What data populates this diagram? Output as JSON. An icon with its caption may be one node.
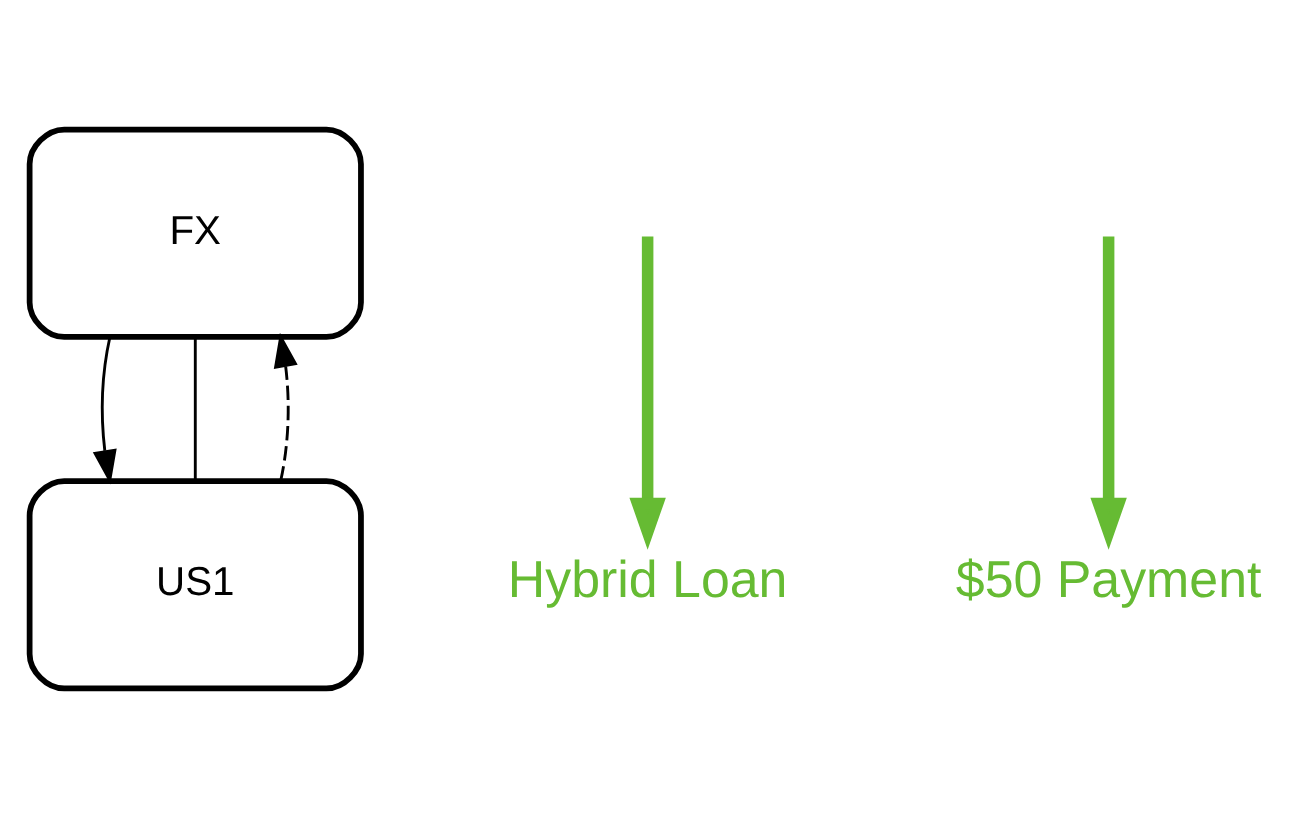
{
  "diagram": {
    "nodes": [
      {
        "text": [
          "FX"
        ]
      },
      {
        "text": [
          "US1"
        ]
      },
      {
        "text": [
          "Hybrid Loan"
        ]
      },
      {
        "text": [
          "$50 Payment"
        ]
      }
    ],
    "edges": [
      {
        "from": 0,
        "to": 1,
        "arrow": "to"
      },
      {
        "from": 0,
        "to": 1,
        "arrow": "none"
      },
      {
        "from": 1,
        "to": 0,
        "arrow": "to",
        "style": "dashed"
      },
      {
        "from": null,
        "to": 2,
        "arrow": "to",
        "style": "thick",
        "color": "#66bb33"
      },
      {
        "from": null,
        "to": 3,
        "arrow": "to",
        "style": "thick",
        "color": "#66bb33"
      }
    ]
  }
}
